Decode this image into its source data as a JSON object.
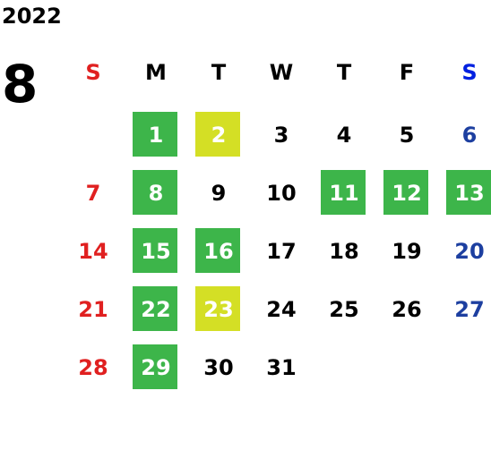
{
  "calendar": {
    "year": "2022",
    "month": "8",
    "weekdays": [
      "S",
      "M",
      "T",
      "W",
      "T",
      "F",
      "S"
    ],
    "weeks": [
      [
        null,
        "1",
        "2",
        "3",
        "4",
        "5",
        "6"
      ],
      [
        "7",
        "8",
        "9",
        "10",
        "11",
        "12",
        "13"
      ],
      [
        "14",
        "15",
        "16",
        "17",
        "18",
        "19",
        "20"
      ],
      [
        "21",
        "22",
        "23",
        "24",
        "25",
        "26",
        "27"
      ],
      [
        "28",
        "29",
        "30",
        "31",
        null,
        null,
        null
      ]
    ],
    "highlighted_green": [
      "1",
      "8",
      "11",
      "12",
      "13",
      "15",
      "16",
      "22",
      "29"
    ],
    "highlighted_yellow": [
      "2",
      "23"
    ]
  },
  "colors": {
    "green": "#3db54a",
    "yellow": "#d4df25",
    "sunday": "#e02020",
    "saturday": "#1d3fa0",
    "saturday_header": "#0020e0"
  }
}
